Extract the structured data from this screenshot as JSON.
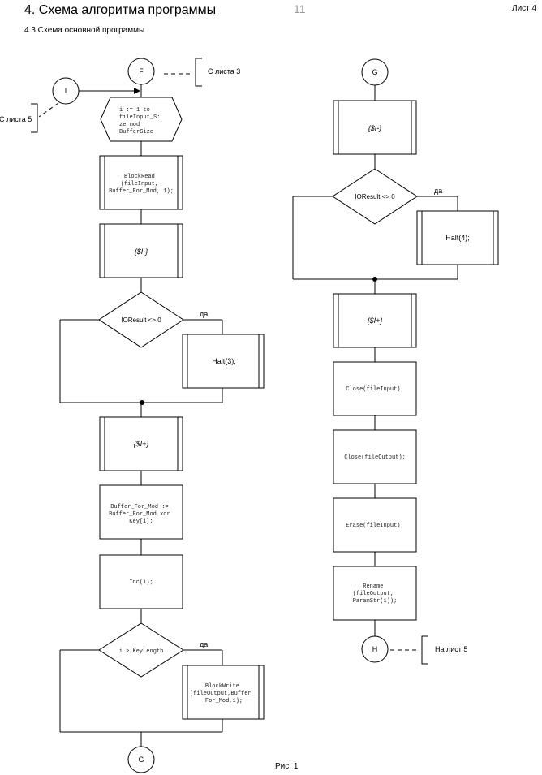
{
  "header": {
    "title": "4. Схема алгоритма программы",
    "page_number": "11",
    "sheet": "Лист 4",
    "subtitle": "4.3 Схема основной программы"
  },
  "caption": "Рис. 1",
  "connectors": {
    "F": "F",
    "I": "I",
    "G_bottom": "G",
    "G_top": "G",
    "H": "H"
  },
  "notes": {
    "from_sheet3": "С листа 3",
    "from_sheet5": "С листа 5",
    "to_sheet5": "На лист 5"
  },
  "left_column": {
    "loop": [
      "i := 1 to",
      "fileInput_S:",
      "ze mod",
      "BufferSize"
    ],
    "block_read": [
      "BlockRead",
      "(fileInput,",
      "Buffer_For_Mod, 1);"
    ],
    "directive_off": "{$I-}",
    "io_check": "IOResult <> 0",
    "io_yes": "да",
    "halt": "Halt(3);",
    "directive_on": "{$I+}",
    "xor": [
      "Buffer_For_Mod :=",
      "Buffer_For_Mod xor",
      "Key[i];"
    ],
    "inc": "Inc(i);",
    "cond": "i > KeyLength",
    "cond_yes": "да",
    "block_write": [
      "BlockWrite",
      "(fileOutput,Buffer_",
      "For_Mod,1);"
    ]
  },
  "right_column": {
    "directive_off": "{$I-}",
    "io_check": "IOResult <> 0",
    "io_yes": "да",
    "halt": "Halt(4);",
    "directive_on": "{$I+}",
    "close_input": "Close(fileInput);",
    "close_output": "Close(fileOutput);",
    "erase": "Erase(fileInput);",
    "rename": [
      "Rename",
      "(fileOutput,",
      "ParamStr(1));"
    ]
  }
}
